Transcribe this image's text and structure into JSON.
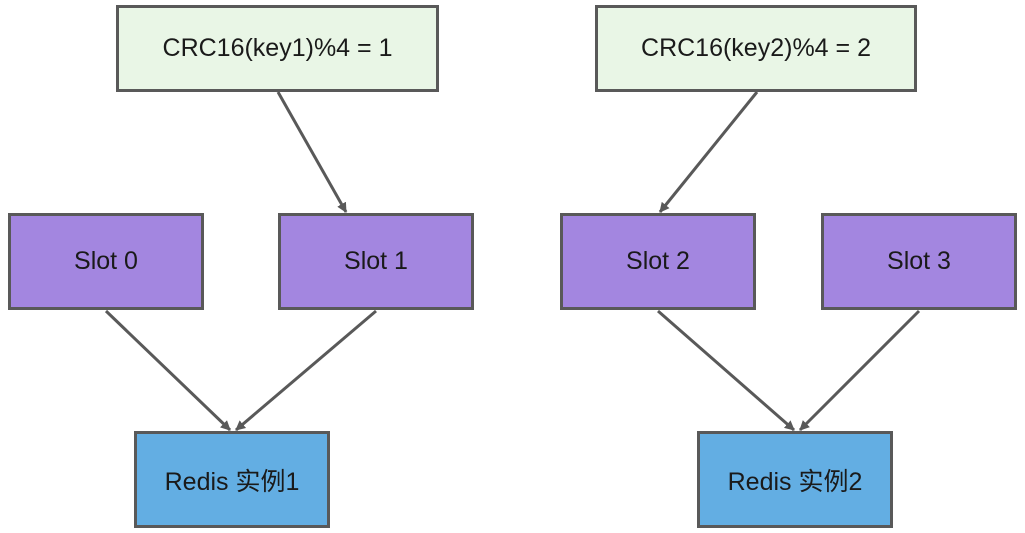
{
  "colors": {
    "hash_fill": "#e9f6e6",
    "slot_fill": "#a386e0",
    "redis_fill": "#63aee3",
    "border": "#595959",
    "edge": "#595959"
  },
  "hash_nodes": [
    {
      "label": "CRC16(key1)%4 = 1"
    },
    {
      "label": "CRC16(key2)%4 = 2"
    }
  ],
  "slots": [
    {
      "label": "Slot 0"
    },
    {
      "label": "Slot 1"
    },
    {
      "label": "Slot 2"
    },
    {
      "label": "Slot 3"
    }
  ],
  "redis_nodes": [
    {
      "label": "Redis 实例1"
    },
    {
      "label": "Redis 实例2"
    }
  ],
  "edges": [
    {
      "from": "hash-1",
      "to": "slot-1"
    },
    {
      "from": "hash-2",
      "to": "slot-2"
    },
    {
      "from": "slot-0",
      "to": "redis-1"
    },
    {
      "from": "slot-1",
      "to": "redis-1"
    },
    {
      "from": "slot-2",
      "to": "redis-2"
    },
    {
      "from": "slot-3",
      "to": "redis-2"
    }
  ]
}
